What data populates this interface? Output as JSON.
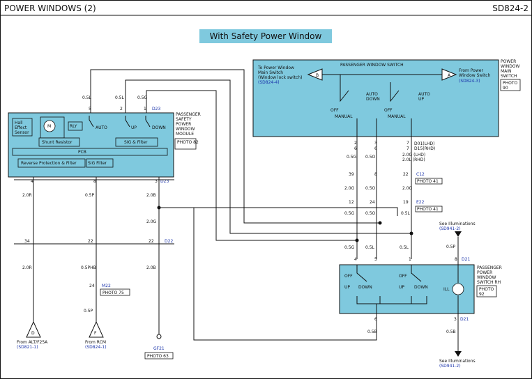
{
  "header": {
    "title": "POWER WINDOWS (2)",
    "code": "SD824-2",
    "banner": "With Safety Power Window"
  },
  "module": {
    "label_lines": [
      "PASSENGER",
      "SAFETY",
      "POWER",
      "WINDOW",
      "MODULE"
    ],
    "photo": "PHOTO 82",
    "connector": "D23",
    "pin_top": [
      "5",
      "2",
      "1"
    ],
    "pin_bottom": [
      "4",
      "8",
      "3"
    ],
    "bottom_connector": "D23",
    "blocks": {
      "hall_sensor_lines": [
        "Hall",
        "Effect",
        "Sensor"
      ],
      "motor": "M",
      "rly": "RLY",
      "shunt": "Shunt Resistor",
      "sig_filter": "SIG & Filter",
      "pcb": "PCB",
      "reverse": "Reverse Protection & Filter",
      "sig_filter2": "SIG Filter"
    },
    "switch_labels": [
      "AUTO",
      "UP",
      "DOWN"
    ]
  },
  "main_switch": {
    "title": "PASSENGER WINDOW SWITCH",
    "label_lines": [
      "POWER",
      "WINDOW",
      "MAIN",
      "SWITCH"
    ],
    "photo_lines": [
      "PHOTO",
      "90"
    ],
    "left_note_lines": [
      "To Power Window",
      "Main Switch",
      "(Window lock switch)"
    ],
    "left_ref": "(SD824-4)",
    "left_letter": "B",
    "right_note_lines": [
      "From Power",
      "Window Switch"
    ],
    "right_ref": "(SD824-3)",
    "right_letter": "A",
    "auto_down_lines": [
      "AUTO",
      "DOWN"
    ],
    "auto_up_lines": [
      "AUTO",
      "UP"
    ],
    "off1": "OFF",
    "manual1": "MANUAL",
    "off2": "OFF",
    "manual2": "MANUAL",
    "pins": [
      "2",
      "3",
      "7"
    ],
    "pins2": [
      "6",
      "6",
      "7"
    ],
    "conn_lines": [
      "D01(LHD)",
      "D15(RHD)"
    ]
  },
  "wires": {
    "top_colors": [
      "0.5L",
      "0.5L",
      "0.5G"
    ],
    "mid_colors": [
      "0.5G",
      "0.5O",
      "0.5L"
    ],
    "mid_colors2": [
      "0.5G",
      "0.5O",
      "0.5L"
    ],
    "mid_colors3": [
      "0.5G",
      "0.5O",
      "0.5L"
    ],
    "lhd_rhd_lines": [
      "2.0G (LHD)",
      "2.0L (RHD)"
    ],
    "g1": "2.0G",
    "g2": "2.0G",
    "left_top": [
      "2.0R",
      "0.5P",
      "2.0B"
    ],
    "left_mid_pins": [
      "34",
      "22",
      "22"
    ],
    "left_bottom": [
      "2.0R",
      "0.5PHB",
      "2.0B"
    ],
    "m22_pin": "24",
    "m22_conn": "M22",
    "m22_photo": "PHOTO 75",
    "p_color": "0.5P",
    "right_wires": [
      "0.5P",
      "0.5B",
      "0.5B"
    ],
    "c12_pins": [
      "39",
      "8",
      "22"
    ],
    "c22_pins": [
      "12",
      "24",
      "19"
    ],
    "e22_conn": "E22",
    "c12_conn": "C12",
    "photo41a": "PHOTO 41",
    "photo41b": "PHOTO 41",
    "d22_conn": "D22"
  },
  "pass_switch": {
    "label_lines": [
      "PASSENGER",
      "POWER",
      "WINDOW",
      "SWITCH RH"
    ],
    "photo_lines": [
      "PHOTO",
      "92"
    ],
    "off1": "OFF",
    "off2": "OFF",
    "labels": [
      "UP",
      "DOWN",
      "UP",
      "DOWN"
    ],
    "lamp": "ILL",
    "pins_top": [
      "4",
      "5",
      "1",
      "8"
    ],
    "pins_bottom": [
      "6",
      "3"
    ],
    "connector": "D21",
    "bottom_connector": "D21"
  },
  "refs": {
    "illum_top_lines": [
      "See Illuminations",
      "(SD941-2)"
    ],
    "illum_bottom_lines": [
      "See Illuminations",
      "(SD941-2)"
    ],
    "from_d": "D",
    "from_d_lines": [
      "From ALT/F25A",
      "(SD821-1)"
    ],
    "from_f": "F",
    "from_f_lines": [
      "From RCM",
      "(SD824-1)"
    ],
    "ground": "GF21",
    "ground_photo": "PHOTO 63"
  }
}
